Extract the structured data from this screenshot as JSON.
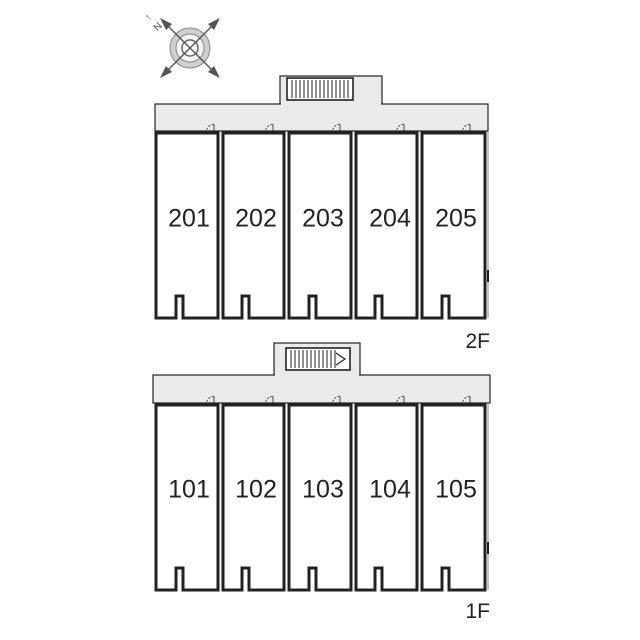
{
  "compass": {
    "label": "N",
    "icon": "compass-rose-icon"
  },
  "floors": [
    {
      "label": "2F",
      "units": [
        "201",
        "202",
        "203",
        "204",
        "205"
      ],
      "stair_icon": "stairs-icon"
    },
    {
      "label": "1F",
      "units": [
        "101",
        "102",
        "103",
        "104",
        "105"
      ],
      "stair_icon": "stairs-icon"
    }
  ],
  "colors": {
    "wall": "#222222",
    "corridor": "#eaeaea",
    "background": "#ffffff"
  }
}
